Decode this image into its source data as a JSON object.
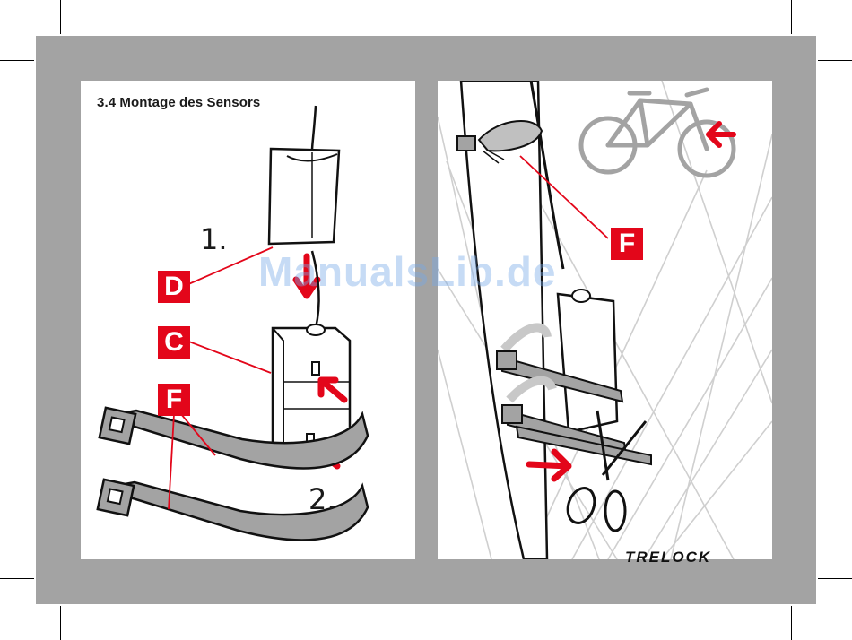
{
  "section_title": "3.4 Montage des Sensors",
  "steps": {
    "step1": "1.",
    "step2": "2."
  },
  "badges": {
    "d": "D",
    "c": "C",
    "f_left": "F",
    "f_right": "F"
  },
  "watermark": "ManualsLib.de",
  "brand": "TRELOCK",
  "colors": {
    "accent_red": "#e3061a",
    "frame_gray": "#a3a3a3",
    "light_gray": "#cfcfcf"
  }
}
